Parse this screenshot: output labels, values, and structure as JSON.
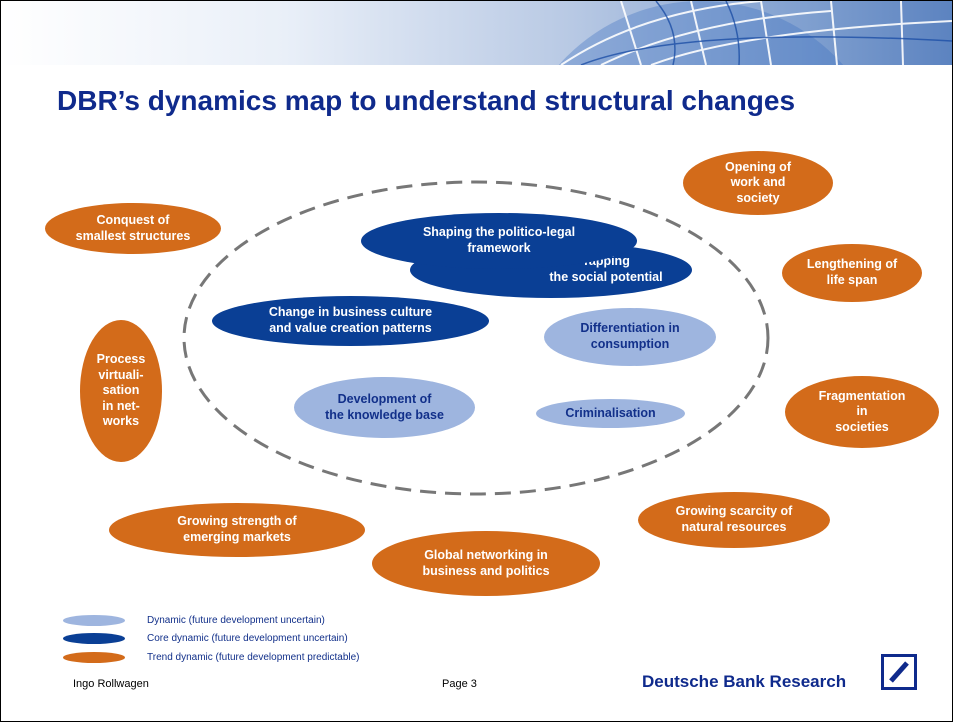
{
  "title": "DBR’s dynamics map to understand structural changes",
  "colors": {
    "trend": "#d36b1a",
    "core": "#0a3f95",
    "dynamic": "#9eb5df",
    "brand": "#0f2a8c"
  },
  "nodes": {
    "opening": "Opening of\nwork and\nsociety",
    "conquest": "Conquest of\nsmallest structures",
    "lengthening": "Lengthening of\nlife span",
    "process": "Process\nvirtuali-\nsation\nin net-\nworks",
    "fragmentation": "Fragmentation\nin\nsocieties",
    "growing_strength": "Growing strength of\nemerging markets",
    "scarcity": "Growing scarcity of\nnatural resources",
    "global": "Global networking in\nbusiness and politics",
    "shaping": "Shaping the politico-legal\nframework",
    "tapping": "Tapping\nthe social potential",
    "business_culture": "Change in business culture\nand value creation patterns",
    "differentiation": "Differentiation in\nconsumption",
    "knowledge": "Development of\nthe knowledge base",
    "criminalisation": "Criminalisation"
  },
  "legend": [
    {
      "type": "dynamic",
      "label": "Dynamic (future development  uncertain)"
    },
    {
      "type": "core",
      "label": "Core dynamic (future development uncertain)"
    },
    {
      "type": "trend",
      "label": "Trend dynamic (future development predictable)"
    }
  ],
  "footer": {
    "author": "Ingo Rollwagen",
    "page": "Page 3",
    "brand": "Deutsche Bank Research"
  }
}
